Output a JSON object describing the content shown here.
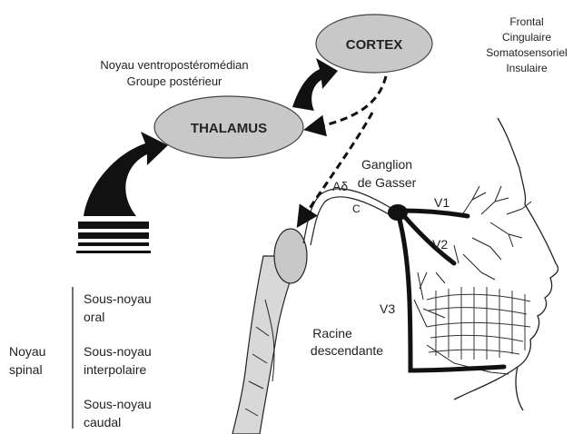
{
  "structures": {
    "cortex": "CORTEX",
    "thalamus": "THALAMUS"
  },
  "cortex_areas": [
    "Frontal",
    "Cingulaire",
    "Somatosensoriel",
    "Insulaire"
  ],
  "thalamic_nuclei": [
    "Noyau ventropostéromédian",
    "Groupe postérieur"
  ],
  "ganglion": [
    "Ganglion",
    "de Gasser"
  ],
  "fibers": {
    "a_delta": "Aδ",
    "c": "C"
  },
  "nerve_branches": {
    "v1": "V1",
    "v2": "V2",
    "v3": "V3"
  },
  "descending_root": [
    "Racine",
    "descendante"
  ],
  "spinal_nucleus": {
    "label": [
      "Noyau",
      "spinal"
    ],
    "subnuclei": [
      [
        "Sous-noyau",
        "oral"
      ],
      [
        "Sous-noyau",
        "interpolaire"
      ],
      [
        "Sous-noyau",
        "caudal"
      ]
    ]
  },
  "colors": {
    "ellipse_fill": "#c8c8c8",
    "line": "#111111",
    "text": "#222222"
  }
}
